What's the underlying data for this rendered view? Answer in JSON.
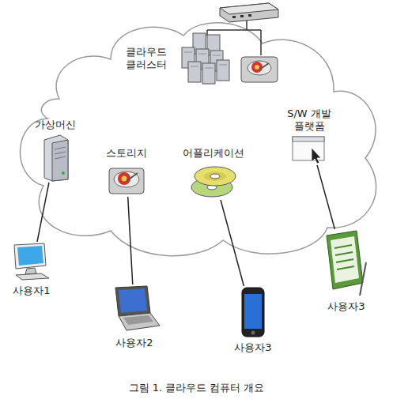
{
  "diagram": {
    "caption": "그림 1. 클라우드 컴퓨터 개요",
    "nodes": [
      {
        "text": [
          "클라우드 클러스터"
        ]
      },
      {
        "text": [
          "가상머신"
        ]
      },
      {
        "text": [
          "스토리지"
        ]
      },
      {
        "text": [
          "어플리케이션"
        ]
      },
      {
        "text": [
          "S/W 개발 플랫폼"
        ]
      },
      {
        "text": [
          "사용자1"
        ]
      },
      {
        "text": [
          "사용자2"
        ]
      },
      {
        "text": [
          "사용자3"
        ]
      },
      {
        "text": [
          "사용자3"
        ]
      }
    ],
    "edges": [
      {
        "from": 1,
        "to": 5,
        "arrow": "none"
      },
      {
        "from": 2,
        "to": 6,
        "arrow": "none"
      },
      {
        "from": 3,
        "to": 7,
        "arrow": "none"
      },
      {
        "from": 4,
        "to": 8,
        "arrow": "none"
      }
    ]
  }
}
